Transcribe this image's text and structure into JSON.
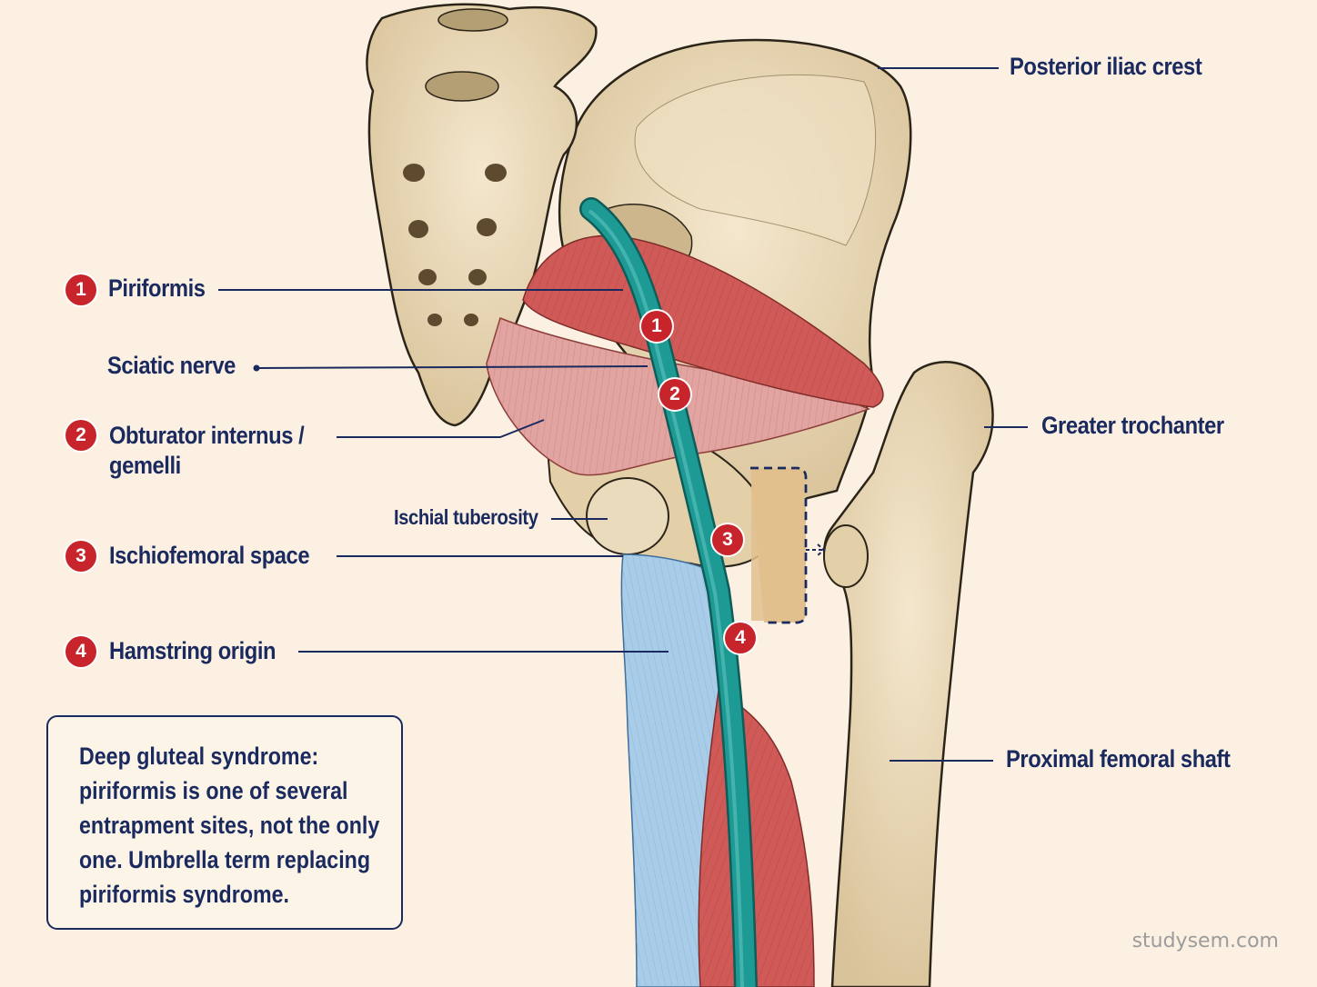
{
  "labels": {
    "posterior_iliac_crest": "Posterior iliac crest",
    "piriformis": "Piriformis",
    "sciatic_nerve": "Sciatic nerve",
    "obturator_internus_gemelli": "Obturator internus / gemelli",
    "greater_trochanter": "Greater trochanter",
    "ischial_tuberosity": "Ischial tuberosity",
    "ischiofemoral_space": "Ischiofemoral space",
    "hamstring_origin": "Hamstring origin",
    "proximal_femoral_shaft": "Proximal femoral shaft"
  },
  "badges": {
    "b1": "1",
    "b2": "2",
    "b3": "3",
    "b4": "4"
  },
  "note": {
    "text": "Deep gluteal syndrome: piriformis is one of several entrapment sites, not the only one. Umbrella term replacing piriformis syndrome."
  },
  "watermark": "studysem.com",
  "colors": {
    "background": "#fbf0e2",
    "bone": "#ead9b8",
    "bone_outline": "#2b2418",
    "muscle": "#cf5a57",
    "muscle_light": "#e2a4a0",
    "nerve": "#1e9a95",
    "hamstring": "#a9cde9",
    "label": "#1a2a5e",
    "badge": "#c8242b"
  }
}
